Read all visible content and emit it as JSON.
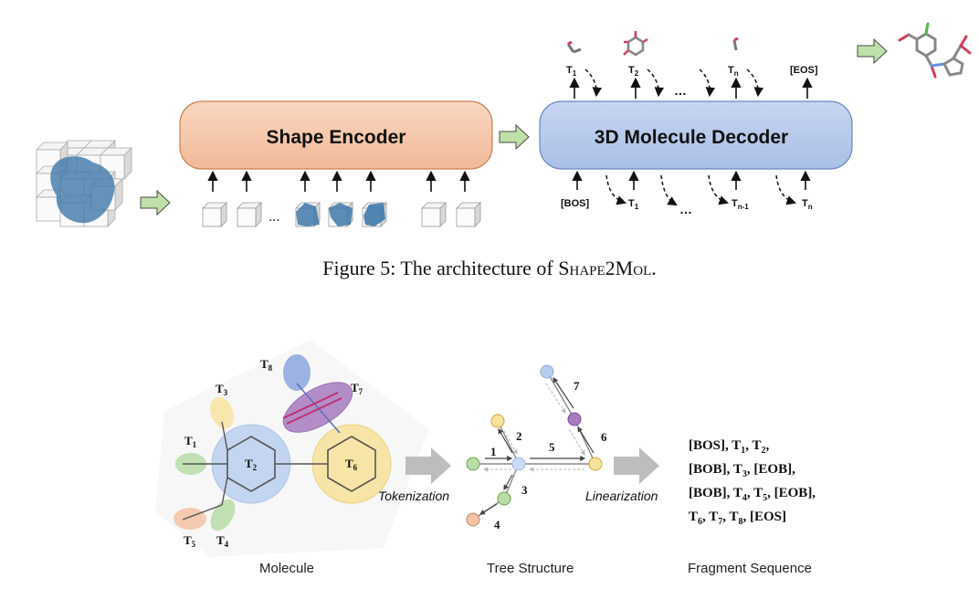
{
  "figure5": {
    "shape_encoder": "Shape Encoder",
    "decoder": "3D Molecule Decoder",
    "ellipsis": "...",
    "ellipsis2": "…",
    "out_tokens": [
      {
        "base": "T",
        "sub": "1"
      },
      {
        "base": "T",
        "sub": "2"
      },
      {
        "base": "T",
        "sub": "n"
      }
    ],
    "eos": "[EOS]",
    "bos": "[BOS]",
    "in_tokens": [
      {
        "base": "T",
        "sub": "1"
      },
      {
        "base": "T",
        "sub": "n-1"
      },
      {
        "base": "T",
        "sub": "n"
      }
    ],
    "caption_prefix": "Figure 5: The architecture of ",
    "caption_name": "Shape2Mol",
    "caption_suffix": "."
  },
  "figure6": {
    "molecule_label": "Molecule",
    "tree_label": "Tree Structure",
    "sequence_label": "Fragment Sequence",
    "tokenization": "Tokenization",
    "linearization": "Linearization",
    "fragments": [
      {
        "base": "T",
        "sub": "1"
      },
      {
        "base": "T",
        "sub": "2"
      },
      {
        "base": "T",
        "sub": "3"
      },
      {
        "base": "T",
        "sub": "4"
      },
      {
        "base": "T",
        "sub": "5"
      },
      {
        "base": "T",
        "sub": "6"
      },
      {
        "base": "T",
        "sub": "7"
      },
      {
        "base": "T",
        "sub": "8"
      }
    ],
    "edge_numbers": [
      "1",
      "2",
      "3",
      "4",
      "5",
      "6",
      "7"
    ],
    "sequence_lines": [
      [
        {
          "t": "[BOS], T"
        },
        {
          "s": "1"
        },
        {
          "t": ", T"
        },
        {
          "s": "2"
        },
        {
          "t": ","
        }
      ],
      [
        {
          "t": "[BOB], T"
        },
        {
          "s": "3"
        },
        {
          "t": ", [EOB],"
        }
      ],
      [
        {
          "t": "[BOB], T"
        },
        {
          "s": "4"
        },
        {
          "t": ", T"
        },
        {
          "s": "5"
        },
        {
          "t": ", [EOB],"
        }
      ],
      [
        {
          "t": "T"
        },
        {
          "s": "6"
        },
        {
          "t": ", T"
        },
        {
          "s": "7"
        },
        {
          "t": ", T"
        },
        {
          "s": "8"
        },
        {
          "t": ", [EOS]"
        }
      ]
    ],
    "colors": {
      "green": "#b9dca7",
      "yellow": "#f6e29a",
      "blue": "#b7cdef",
      "orange": "#f3c3a4",
      "purple": "#a77bc0",
      "lightblue": "#cbdaf5"
    }
  }
}
